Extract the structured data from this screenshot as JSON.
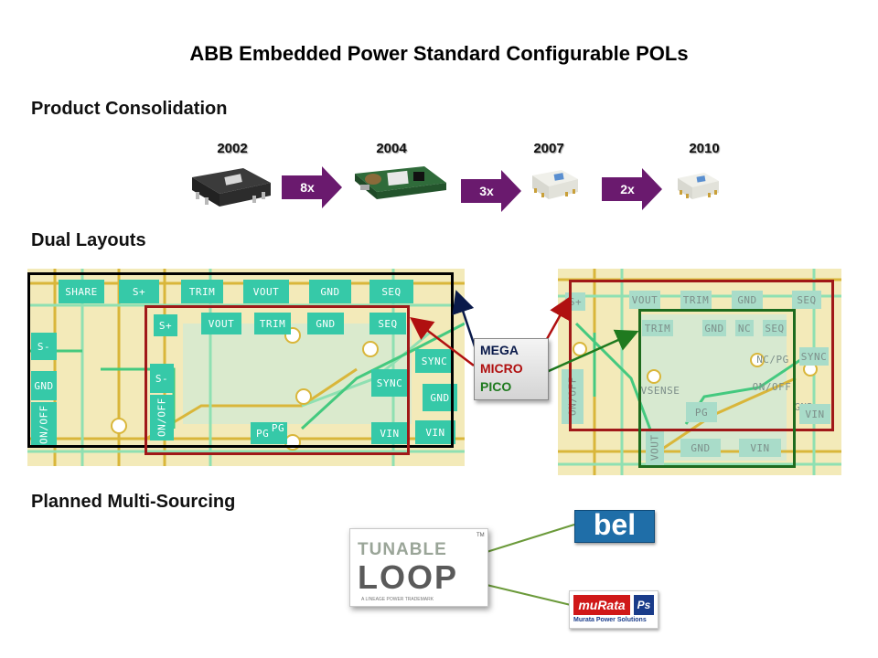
{
  "title": "ABB Embedded Power Standard Configurable POLs",
  "sections": {
    "product": "Product Consolidation",
    "dual": "Dual Layouts",
    "multi": "Planned Multi-Sourcing"
  },
  "timeline": {
    "years": [
      "2002",
      "2004",
      "2007",
      "2010"
    ],
    "factors": [
      "8x",
      "3x",
      "2x"
    ]
  },
  "layout_left": {
    "outer_pads": [
      "SHARE",
      "S+",
      "TRIM",
      "VOUT",
      "GND",
      "SEQ",
      "S-",
      "GND",
      "ON/OFF",
      "SYNC",
      "GND",
      "VIN"
    ],
    "inner_pads": [
      "S+",
      "VOUT",
      "TRIM",
      "GND",
      "SEQ",
      "S-",
      "ON/OFF",
      "SYNC",
      "PG",
      "PG",
      "VIN"
    ]
  },
  "layout_right": {
    "top_pads": [
      "S+",
      "VOUT",
      "TRIM",
      "GND",
      "SEQ"
    ],
    "mid_pads": [
      "TRIM",
      "GND",
      "NC",
      "SEQ",
      "SYNC",
      "NC/PG",
      "ON/OFF",
      "VSENSE",
      "PG",
      "ON/OFF",
      "GND",
      "VIN",
      "VOUT",
      "GND",
      "VIN"
    ]
  },
  "legend": {
    "items": [
      "MEGA",
      "MICRO",
      "PICO"
    ],
    "colors": [
      "#0a1a4a",
      "#b01010",
      "#1f7a1f"
    ]
  },
  "logos": {
    "tunable_line1": "TUNABLE",
    "tunable_line2": "LOOP",
    "tunable_sub": "A LINEAGE POWER TRADEMARK",
    "tm": "TM",
    "bel": "bel",
    "murata": "muRata",
    "murata_ps": "Ps",
    "murata_sub": "Murata Power Solutions"
  },
  "colors": {
    "arrow": "#6a1a6e",
    "frame_mega": "#000000",
    "frame_micro": "#a01818",
    "frame_pico": "#1e6b1e",
    "pad": "#36c9a8"
  }
}
